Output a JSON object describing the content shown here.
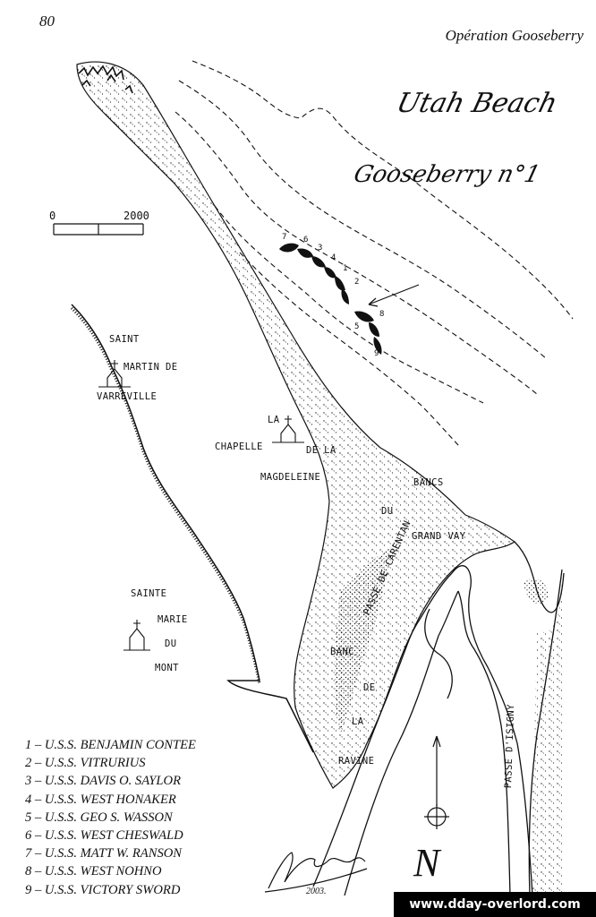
{
  "header": {
    "page_number": "80",
    "running_title": "Opération Gooseberry"
  },
  "map_title": {
    "line1": "Utah Beach",
    "line2": "Gooseberry n°1"
  },
  "scale_bar": {
    "start_label": "0",
    "end_label": "2000"
  },
  "places": {
    "saint_martin": [
      "SAINT",
      "MARTIN DE",
      "VARREVILLE"
    ],
    "la_chapelle": [
      "LA",
      "CHAPELLE",
      "DE LA",
      "MAGDELEINE"
    ],
    "sainte_marie": [
      "SAINTE",
      "MARIE",
      "DU",
      "MONT"
    ],
    "bancs": [
      "BANCS",
      "DU",
      "GRAND VAY"
    ],
    "banc_ravine": [
      "BANC",
      "DE",
      "LA",
      "RAVINE"
    ],
    "passe_carentan": "PASSE DE CARENTAN",
    "passe_isigny": "PASSE D'ISIGNY"
  },
  "ship_numbers": [
    "7",
    "6",
    "3",
    "4",
    "1",
    "2",
    "8",
    "5",
    "9"
  ],
  "legend": [
    "1 – U.S.S. BENJAMIN CONTEE",
    "2 – U.S.S. VITRURIUS",
    "3 – U.S.S. DAVIS O. SAYLOR",
    "4 – U.S.S. WEST HONAKER",
    "5 – U.S.S. GEO S. WASSON",
    "6 – U.S.S. WEST CHESWALD",
    "7 – U.S.S. MATT W. RANSON",
    "8 – U.S.S. WEST NOHNO",
    "9 – U.S.S. VICTORY SWORD"
  ],
  "north_label": "N",
  "signature_year": "2003.",
  "watermark": "www.dday-overlord.com",
  "colors": {
    "ink": "#111111",
    "paper": "#ffffff",
    "watermark_bg": "#000000"
  }
}
